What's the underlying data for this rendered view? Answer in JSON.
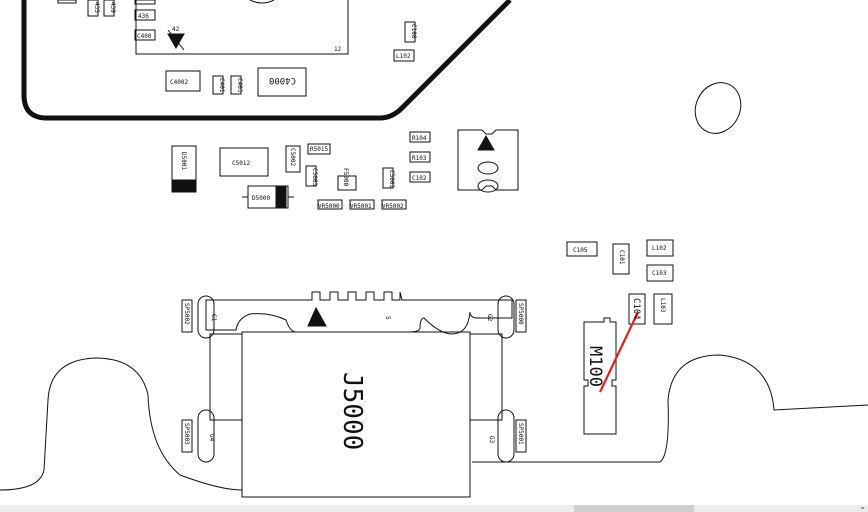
{
  "pcb": {
    "board_marks": {
      "n42": "42",
      "n12": "12"
    },
    "top_partial": {
      "c436": "436",
      "c440": "C400",
      "c439": "439",
      "c435": "435"
    },
    "components": {
      "c4002": "C4002",
      "c4000": "C4000",
      "c401a": "C401",
      "c401b": "C403",
      "c108": "C108",
      "l102_top": "L102",
      "d5001": "D5001",
      "c5012": "C5012",
      "c5002": "C5002",
      "r5015": "R5015",
      "c5003": "C5003",
      "f5000": "F5000",
      "c5001": "C5001",
      "r104": "R104",
      "r103": "R103",
      "c102": "C102",
      "d5000": "D5000",
      "vr5000": "VR5000",
      "vr5001": "VR5001",
      "vr5002": "VR5002",
      "c105": "C105",
      "c101": "C101",
      "l102": "L102",
      "c103": "C103",
      "c104": "C104",
      "l103": "L103",
      "m100": "M100",
      "sp5002": "SP5002",
      "sp5000": "SP5000",
      "sp5003": "SP5003",
      "sp5001": "SP5001",
      "g1": "G1",
      "g2": "G2",
      "g3": "G3",
      "g4": "G4",
      "pin5": "5",
      "j5000": "J5000"
    }
  },
  "colors": {
    "ink": "#111111",
    "highlight": "#e0201b",
    "scroll_track": "#ececec",
    "scroll_thumb": "#cfcfcf"
  },
  "scrollbar": {
    "arrow_icon": "chevron-down-icon",
    "arrow_glyph": "⌄"
  }
}
